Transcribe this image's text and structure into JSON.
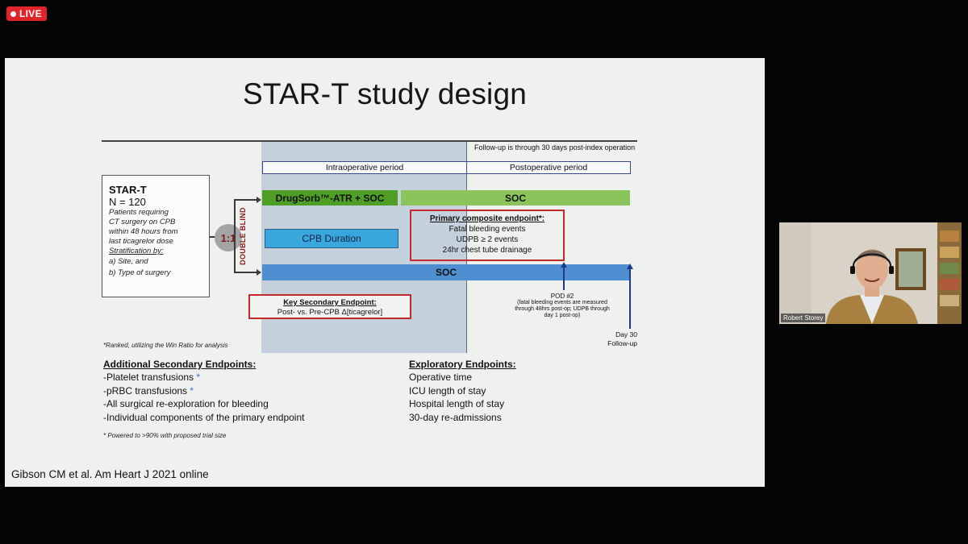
{
  "live_badge": {
    "label": "LIVE"
  },
  "slide": {
    "title": "STAR-T study design",
    "followup_note": "Follow-up is through 30 days post-index operation",
    "periods": {
      "intraoperative": "Intraoperative period",
      "postoperative": "Postoperative period"
    },
    "start_box": {
      "name": "STAR-T",
      "n": "N = 120",
      "lines": [
        "Patients requiring",
        "CT surgery on CPB",
        "within 48 hours from",
        "last ticagrelor dose"
      ],
      "stratification_label": "Stratification by:",
      "strata": [
        "a)  Site, and",
        "b)  Type of surgery"
      ]
    },
    "randomization": "1:1",
    "blinding": "DOUBLE BLIND",
    "bars": {
      "drugsorb": "DrugSorb™-ATR + SOC",
      "soc_top": "SOC",
      "cpb": "CPB Duration",
      "soc_bottom": "SOC"
    },
    "primary_endpoint": {
      "heading": "Primary composite endpoint*:",
      "items": [
        "Fatal bleeding events",
        "UDPB ≥ 2 events",
        "24hr chest tube drainage"
      ]
    },
    "key_secondary": {
      "heading": "Key Secondary Endpoint:",
      "text": "Post- vs. Pre-CPB Δ[ticagrelor]"
    },
    "pod2": {
      "title": "POD #2",
      "note": "(fatal bleeding events are measured through 48hrs post-op; UDPB through day 1 post-op)"
    },
    "day30": [
      "Day 30",
      "Follow-up"
    ],
    "ranked_note": "*Ranked, utilizing the Win Ratio for analysis",
    "additional_secondary": {
      "heading": "Additional Secondary Endpoints:",
      "items": [
        {
          "text": "-Platelet transfusions",
          "star": " *"
        },
        {
          "text": "-pRBC transfusions",
          "star": " *"
        },
        {
          "text": "-All surgical re-exploration for bleeding",
          "star": ""
        },
        {
          "text": "-Individual components of the primary endpoint",
          "star": ""
        }
      ]
    },
    "exploratory": {
      "heading": "Exploratory Endpoints:",
      "items": [
        "Operative time",
        "ICU length of stay",
        "Hospital length of stay",
        "30-day re-admissions"
      ]
    },
    "powered_note": "* Powered to >90% with proposed trial size",
    "citation": "Gibson CM et al. Am Heart J 2021 online"
  },
  "camera": {
    "participant_name": "Robert Storey"
  }
}
